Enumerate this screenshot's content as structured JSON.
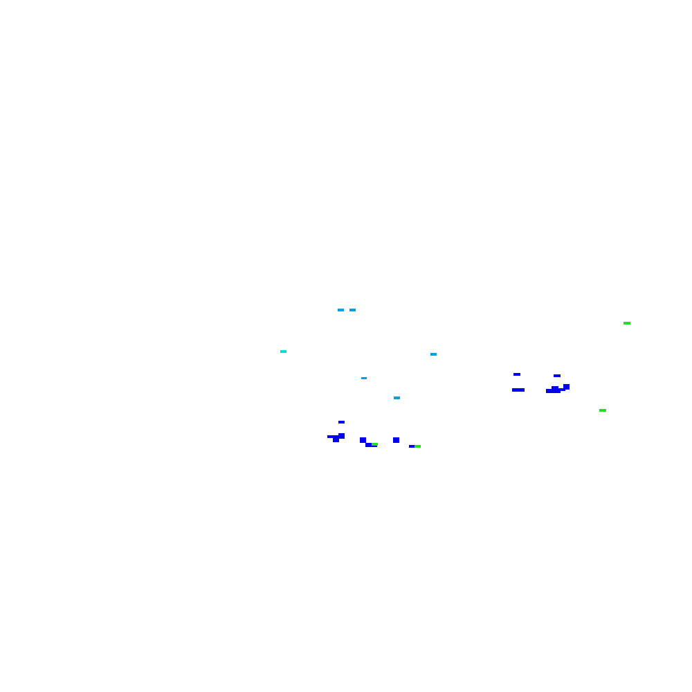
{
  "background_color": "#ffffff",
  "palette": {
    "blue": "#0000ee",
    "sky": "#00a0e8",
    "cyan": "#00e0e0",
    "green": "#20e020"
  },
  "clusters": [
    {
      "name": "upper-light-blue-dots",
      "color_key": "sky",
      "count": 5
    },
    {
      "name": "cyan-dot",
      "color_key": "cyan",
      "count": 1
    },
    {
      "name": "left-lower-blue-cluster",
      "color_key": "blue",
      "count": 10
    },
    {
      "name": "right-blue-cluster",
      "color_key": "blue",
      "count": 7
    },
    {
      "name": "green-dots",
      "color_key": "green",
      "count": 4
    }
  ]
}
